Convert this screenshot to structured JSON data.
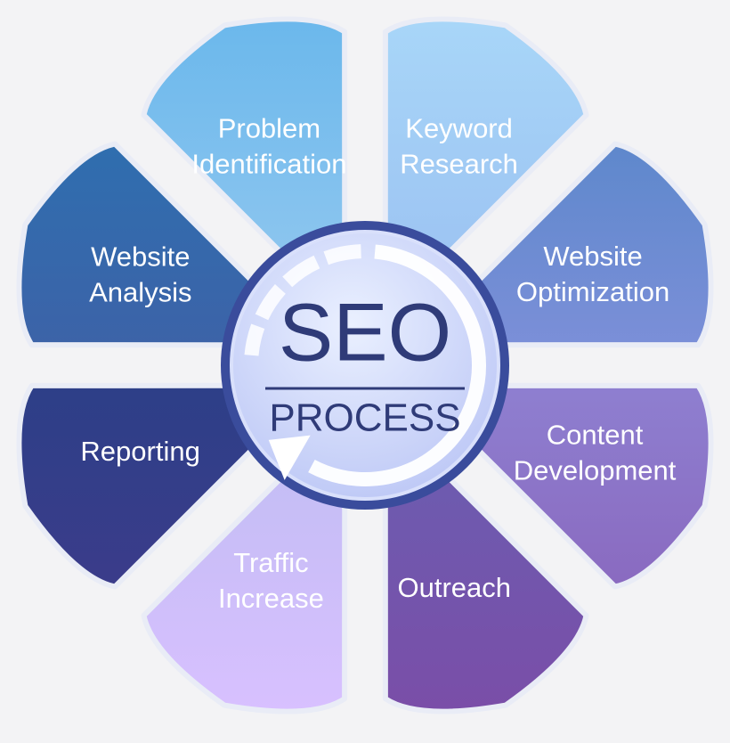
{
  "center": {
    "title": "SEO",
    "subtitle": "PROCESS"
  },
  "petals": [
    {
      "id": "problem-identification",
      "lines": [
        "Problem",
        "Identification"
      ],
      "color_top": "#6bb8ec",
      "color_bottom": "#8ec6ef",
      "text_color": "#ffffff"
    },
    {
      "id": "keyword-research",
      "lines": [
        "Keyword",
        "Research"
      ],
      "color_top": "#a8d6f8",
      "color_bottom": "#9cc3f2",
      "text_color": "#ffffff"
    },
    {
      "id": "website-optimization",
      "lines": [
        "Website",
        "Optimization"
      ],
      "color_top": "#5e88cc",
      "color_bottom": "#7b8fd8",
      "text_color": "#ffffff"
    },
    {
      "id": "content-development",
      "lines": [
        "Content",
        "Development"
      ],
      "color_top": "#8e7fd0",
      "color_bottom": "#8a6ac0",
      "text_color": "#ffffff"
    },
    {
      "id": "outreach",
      "lines": [
        "Outreach"
      ],
      "color_top": "#6c5cb0",
      "color_bottom": "#7a4ea8",
      "text_color": "#ffffff"
    },
    {
      "id": "traffic-increase",
      "lines": [
        "Traffic",
        "Increase"
      ],
      "color_top": "#c3bdf4",
      "color_bottom": "#d8c0ff",
      "text_color": "#ffffff"
    },
    {
      "id": "reporting",
      "lines": [
        "Reporting"
      ],
      "color_top": "#2d3f88",
      "color_bottom": "#3b3c8a",
      "text_color": "#ffffff"
    },
    {
      "id": "website-analysis",
      "lines": [
        "Website",
        "Analysis"
      ],
      "color_top": "#2f6eaf",
      "color_bottom": "#3c63a8",
      "text_color": "#ffffff"
    }
  ],
  "colors": {
    "background": "#f3f3f5",
    "center_fill_top": "#eaf0ff",
    "center_fill_bottom": "#b9c4f5",
    "center_ring": "#3a4c9c",
    "center_text": "#2f3b78",
    "connector": "#1f2b5c"
  }
}
